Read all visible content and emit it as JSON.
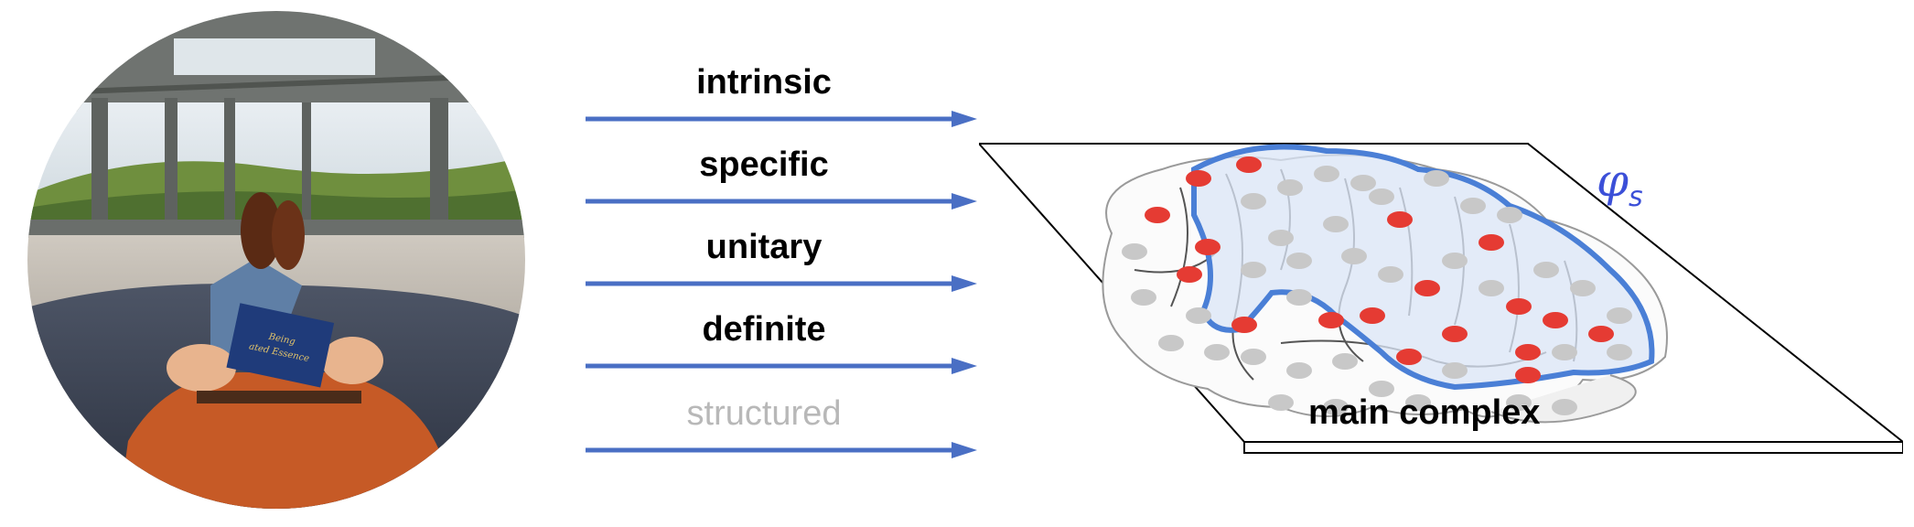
{
  "properties": [
    {
      "label": "intrinsic",
      "muted": false
    },
    {
      "label": "specific",
      "muted": false
    },
    {
      "label": "unitary",
      "muted": false
    },
    {
      "label": "definite",
      "muted": false
    },
    {
      "label": "structured",
      "muted": true
    }
  ],
  "book_title_line1": "Being",
  "book_title_line2": "ated Essence",
  "complex_label": "main complex",
  "phi_symbol": "φ",
  "phi_subscript": "s",
  "colors": {
    "arrow": "#4a6fc4",
    "active_node": "#e53b33",
    "inactive_node": "#c8c8c8",
    "complex_outline": "#4a7fd6",
    "complex_fill": "#dbe6f7",
    "phi_text": "#3b4fd8"
  }
}
